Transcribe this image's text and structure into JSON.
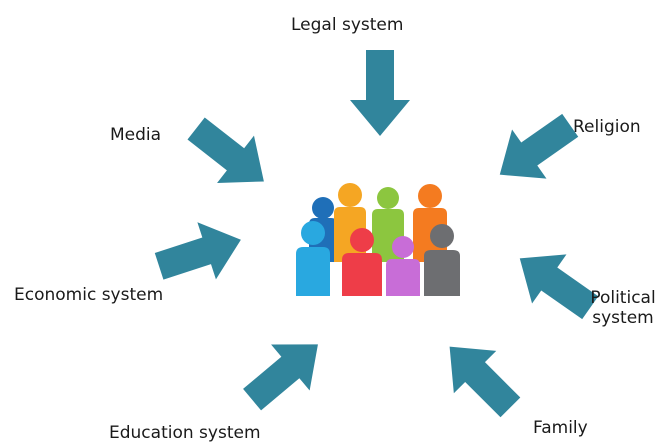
{
  "labels": {
    "legal": "Legal system",
    "media": "Media",
    "religion": "Religion",
    "economic": "Economic system",
    "political_line1": "Political",
    "political_line2": "system",
    "education": "Education system",
    "family": "Family"
  },
  "colors": {
    "arrow": "#31859c",
    "person_blue_dark": "#1f6fb8",
    "person_orange": "#f5a623",
    "person_green": "#8cc63f",
    "person_orange_dark": "#f47b20",
    "person_blue": "#29a8e0",
    "person_red": "#ee3d48",
    "person_purple": "#c86dd7",
    "person_gray": "#6d6e71"
  }
}
